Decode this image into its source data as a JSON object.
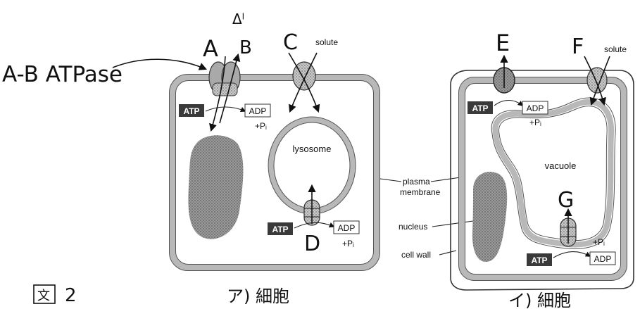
{
  "colors": {
    "ink": "#111111",
    "membrane": "#b8b8b8",
    "dark_box": "#3a3a3a",
    "stipple": "#a3a3a3"
  },
  "annotations": {
    "atpase_note": "A-B ATPase",
    "scribble_top": "Δˡ",
    "figure_number": "2",
    "left_caption": "ア) 細胞",
    "right_caption": "イ) 細胞"
  },
  "animal_cell": {
    "labels": {
      "a": "A",
      "b": "B",
      "c": "C",
      "d": "D"
    },
    "solute": "solute",
    "lysosome": "lysosome",
    "atp_top": "ATP",
    "adp_top": "ADP",
    "pi_top": "+Pᵢ",
    "atp_bottom": "ATP",
    "adp_bottom": "ADP",
    "pi_bottom": "+Pᵢ"
  },
  "plant_cell": {
    "labels": {
      "e": "E",
      "f": "F",
      "g": "G"
    },
    "solute": "solute",
    "vacuole": "vacuole",
    "atp_top": "ATP",
    "adp_top": "ADP",
    "pi_top": "+Pᵢ",
    "atp_bottom": "ATP",
    "adp_bottom": "ADP",
    "pi_bottom": "+Pᵢ"
  },
  "callouts": {
    "plasma_membrane_1": "plasma",
    "plasma_membrane_2": "membrane",
    "nucleus": "nucleus",
    "cell_wall": "cell wall"
  }
}
